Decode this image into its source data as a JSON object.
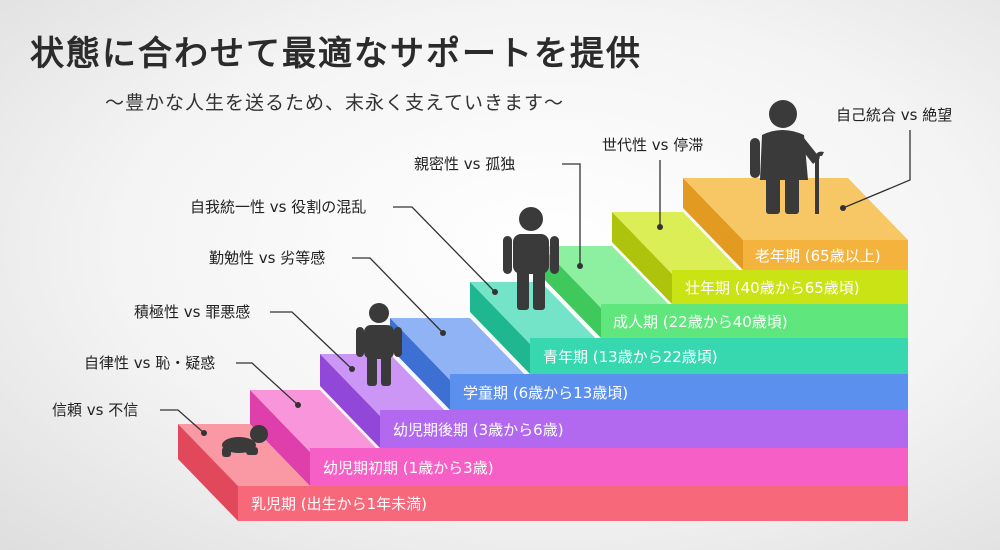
{
  "header": {
    "title": "状態に合わせて最適なサポートを提供",
    "subtitle": "〜豊かな人生を送るため、末永く支えていきます〜"
  },
  "stages": [
    {
      "stage": "乳児期 (出生から1年未満)",
      "crisis": "信頼 vs 不信",
      "color": "#f7687a"
    },
    {
      "stage": "幼児期初期 (1歳から3歳)",
      "crisis": "自律性 vs 恥・疑惑",
      "color": "#f660c6"
    },
    {
      "stage": "幼児期後期 (3歳から6歳)",
      "crisis": "積極性 vs 罪悪感",
      "color": "#b268ef"
    },
    {
      "stage": "学童期 (6歳から13歳頃)",
      "crisis": "勤勉性 vs 劣等感",
      "color": "#5c90ee"
    },
    {
      "stage": "青年期 (13歳から22歳頃)",
      "crisis": "自我統一性 vs 役割の混乱",
      "color": "#37d7b0"
    },
    {
      "stage": "成人期 (22歳から40歳頃)",
      "crisis": "親密性 vs 孤独",
      "color": "#5fe67c"
    },
    {
      "stage": "壮年期 (40歳から65歳頃)",
      "crisis": "世代性 vs 停滞",
      "color": "#c9e314"
    },
    {
      "stage": "老年期 (65歳以上)",
      "crisis": "自己統合 vs 絶望",
      "color": "#f4b33d"
    }
  ],
  "figures": [
    "baby-figure-icon",
    "child-figure-icon",
    "youth-figure-icon",
    "elderly-with-cane-icon"
  ]
}
